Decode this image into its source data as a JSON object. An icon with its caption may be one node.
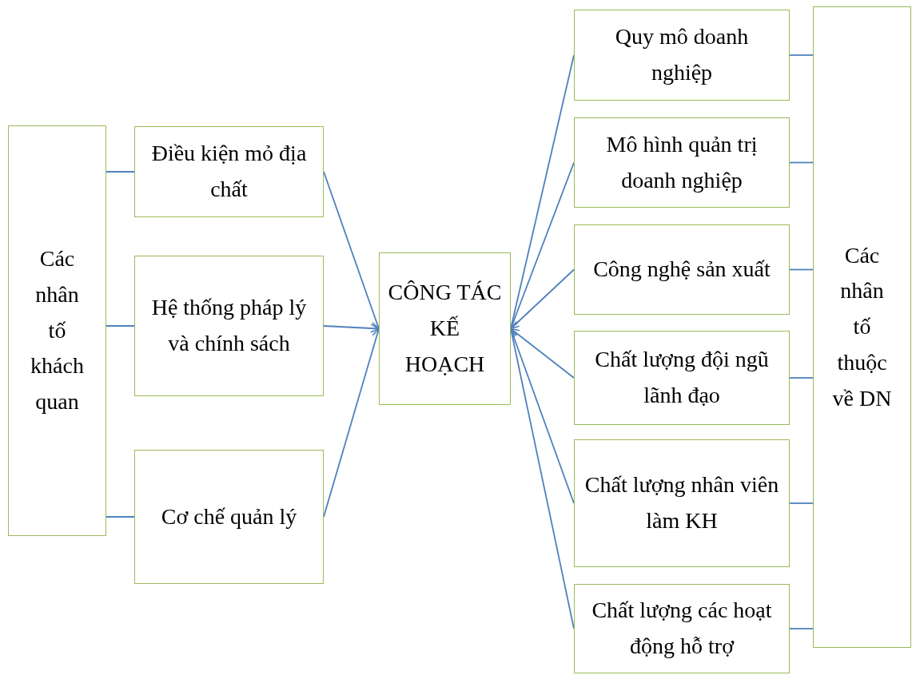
{
  "diagram": {
    "nodes": [
      {
        "text": [
          "Các nhân tố khách quan"
        ]
      },
      {
        "text": [
          "Điều kiện mỏ địa chất"
        ]
      },
      {
        "text": [
          "Hệ thống pháp lý và chính sách"
        ]
      },
      {
        "text": [
          "Cơ chế quản lý"
        ]
      },
      {
        "text": [
          "CÔNG TÁC KẾ HOẠCH"
        ]
      },
      {
        "text": [
          "Quy mô doanh nghiệp"
        ]
      },
      {
        "text": [
          "Mô hình quản trị doanh nghiệp"
        ]
      },
      {
        "text": [
          "Công nghệ sản xuất"
        ]
      },
      {
        "text": [
          "Chất lượng đội ngũ lãnh đạo"
        ]
      },
      {
        "text": [
          "Chất lượng nhân viên làm KH"
        ]
      },
      {
        "text": [
          "Chất lượng các hoạt động hỗ trợ"
        ]
      },
      {
        "text": [
          "Các nhân tố thuộc về DN"
        ]
      }
    ],
    "edges": [
      {
        "from": 0,
        "to": 1,
        "arrow": "none"
      },
      {
        "from": 0,
        "to": 2,
        "arrow": "none"
      },
      {
        "from": 0,
        "to": 3,
        "arrow": "none"
      },
      {
        "from": 1,
        "to": 4,
        "arrow": "to"
      },
      {
        "from": 2,
        "to": 4,
        "arrow": "to"
      },
      {
        "from": 3,
        "to": 4,
        "arrow": "to"
      },
      {
        "from": 5,
        "to": 4,
        "arrow": "to"
      },
      {
        "from": 6,
        "to": 4,
        "arrow": "to"
      },
      {
        "from": 7,
        "to": 4,
        "arrow": "to"
      },
      {
        "from": 8,
        "to": 4,
        "arrow": "to"
      },
      {
        "from": 9,
        "to": 4,
        "arrow": "to"
      },
      {
        "from": 10,
        "to": 4,
        "arrow": "to"
      },
      {
        "from": 11,
        "to": 5,
        "arrow": "none"
      },
      {
        "from": 11,
        "to": 6,
        "arrow": "none"
      },
      {
        "from": 11,
        "to": 7,
        "arrow": "none"
      },
      {
        "from": 11,
        "to": 8,
        "arrow": "none"
      },
      {
        "from": 11,
        "to": 9,
        "arrow": "none"
      },
      {
        "from": 11,
        "to": 10,
        "arrow": "none"
      }
    ]
  }
}
